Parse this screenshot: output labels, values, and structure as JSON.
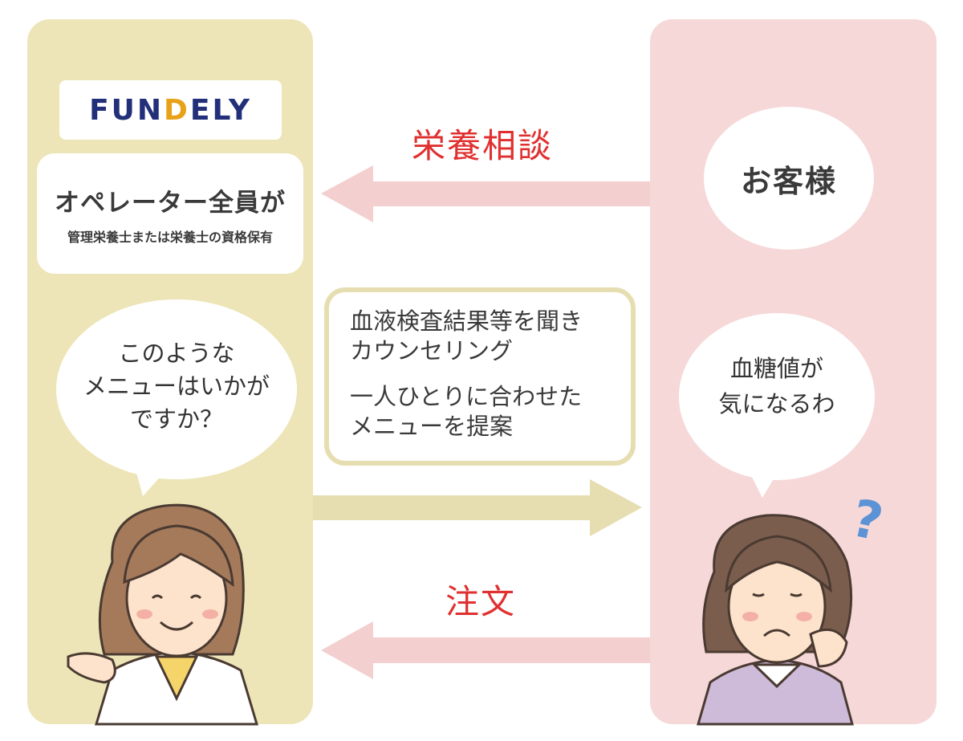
{
  "left_panel": {
    "logo": {
      "text_before": "FUN",
      "text_accent": "D",
      "text_after": "ELY"
    },
    "operator": {
      "title": "オペレーター全員が",
      "subtitle": "管理栄養士または栄養士の資格保有"
    },
    "speech": [
      "このような",
      "メニューはいかが",
      "ですか？"
    ],
    "character": "nutritionist-woman-illustration"
  },
  "right_panel": {
    "customer_label": "お客様",
    "speech": [
      "血糖値が",
      "気になるわ"
    ],
    "character": "worried-woman-illustration",
    "question_mark": "?"
  },
  "arrows": {
    "consult_label": "栄養相談",
    "order_label": "注文"
  },
  "info_box": {
    "lines_1": [
      "血液検査結果等を聞き",
      "カウンセリング"
    ],
    "lines_2": [
      "一人ひとりに合わせた",
      "メニューを提案"
    ]
  },
  "colors": {
    "left_bg": "#ede5b7",
    "right_bg": "#f6d8d8",
    "pink_arrow": "#f3cfcf",
    "yellow_arrow": "#e6deb0",
    "label_red": "#e03030",
    "logo_navy": "#22307a",
    "logo_orange": "#e8a21a"
  }
}
